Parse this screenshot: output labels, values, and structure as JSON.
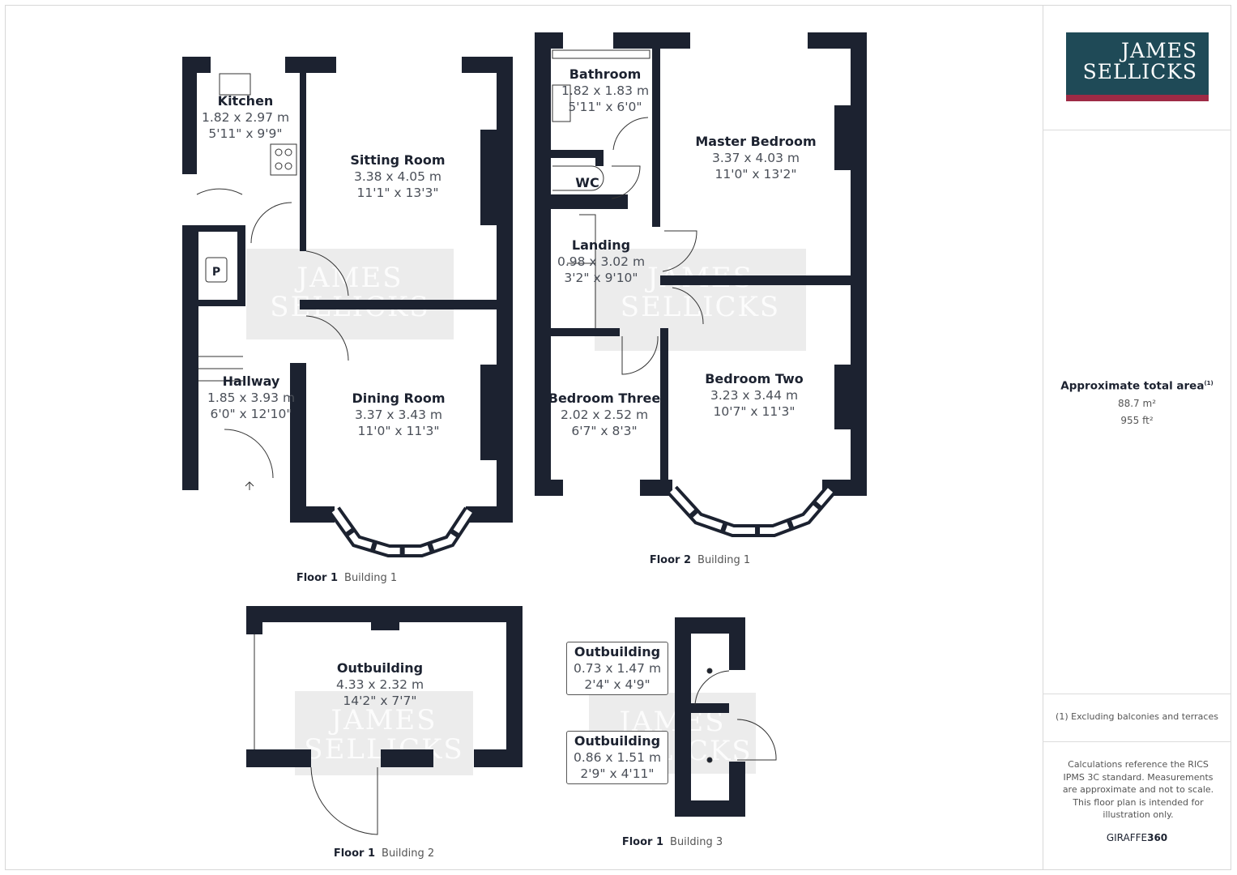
{
  "brand": {
    "logo_line1": "JAMES",
    "logo_line2": "SELLICKS",
    "logo_color": "#1f4a57",
    "accent_color": "#9e2a45",
    "watermark_line1": "JAMES",
    "watermark_line2": "SELLICKS"
  },
  "summary": {
    "area_title": "Approximate total area",
    "area_note_marker": "(1)",
    "area_m2": "88.7 m²",
    "area_ft2": "955 ft²",
    "footnote": "(1) Excluding balconies and terraces",
    "disclaimer": "Calculations reference the RICS IPMS 3C standard. Measurements are approximate and not to scale. This floor plan is intended for illustration only.",
    "credit_a": "GIRAFFE",
    "credit_b": "360"
  },
  "plans": {
    "f1b1": {
      "floor": "Floor 1",
      "building": "Building 1",
      "rooms": [
        {
          "name": "Kitchen",
          "metric": "1.82 x 2.97 m",
          "imperial": "5'11\" x 9'9\""
        },
        {
          "name": "Sitting Room",
          "metric": "3.38 x 4.05 m",
          "imperial": "11'1\" x 13'3\""
        },
        {
          "name": "Hallway",
          "metric": "1.85 x 3.93 m",
          "imperial": "6'0\" x 12'10\""
        },
        {
          "name": "Dining Room",
          "metric": "3.37 x 3.43 m",
          "imperial": "11'0\" x 11'3\""
        }
      ],
      "cupboard_label": "P"
    },
    "f2b1": {
      "floor": "Floor 2",
      "building": "Building 1",
      "rooms": [
        {
          "name": "Bathroom",
          "metric": "1.82 x 1.83 m",
          "imperial": "5'11\" x 6'0\""
        },
        {
          "name": "WC",
          "metric": "",
          "imperial": ""
        },
        {
          "name": "Landing",
          "metric": "0.98 x 3.02 m",
          "imperial": "3'2\" x 9'10\""
        },
        {
          "name": "Master Bedroom",
          "metric": "3.37 x 4.03 m",
          "imperial": "11'0\" x 13'2\""
        },
        {
          "name": "Bedroom Two",
          "metric": "3.23 x 3.44 m",
          "imperial": "10'7\" x 11'3\""
        },
        {
          "name": "Bedroom Three",
          "metric": "2.02 x 2.52 m",
          "imperial": "6'7\" x 8'3\""
        }
      ]
    },
    "f1b2": {
      "floor": "Floor 1",
      "building": "Building 2",
      "rooms": [
        {
          "name": "Outbuilding",
          "metric": "4.33 x 2.32 m",
          "imperial": "14'2\" x 7'7\""
        }
      ]
    },
    "f1b3": {
      "floor": "Floor 1",
      "building": "Building 3",
      "rooms": [
        {
          "name": "Outbuilding",
          "metric": "0.73 x 1.47 m",
          "imperial": "2'4\" x 4'9\""
        },
        {
          "name": "Outbuilding",
          "metric": "0.86 x 1.51 m",
          "imperial": "2'9\" x 4'11\""
        }
      ]
    }
  }
}
